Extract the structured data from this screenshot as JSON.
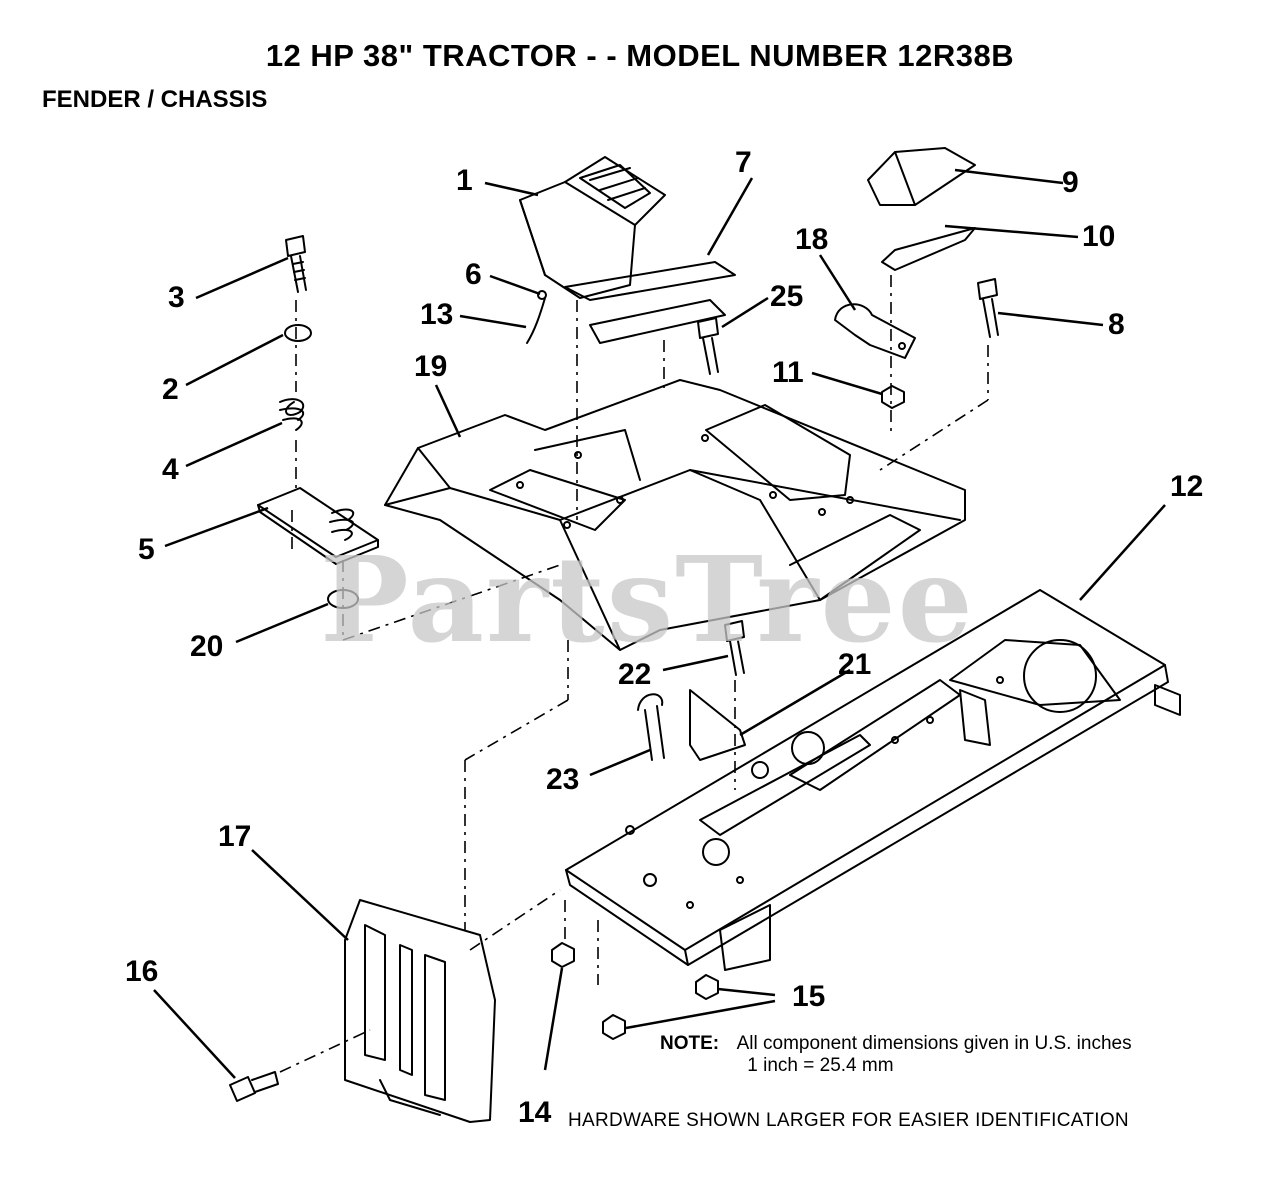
{
  "title": "12 HP 38\" TRACTOR - - MODEL NUMBER 12R38B",
  "subtitle": "FENDER / CHASSIS",
  "watermark": "PartsTree",
  "part_callouts": {
    "p1": "1",
    "p2": "2",
    "p3": "3",
    "p4": "4",
    "p5": "5",
    "p6": "6",
    "p7": "7",
    "p8": "8",
    "p9": "9",
    "p10": "10",
    "p11": "11",
    "p12": "12",
    "p13": "13",
    "p14": "14",
    "p15": "15",
    "p16": "16",
    "p17": "17",
    "p18": "18",
    "p19": "19",
    "p20": "20",
    "p21": "21",
    "p22": "22",
    "p23": "23",
    "p25": "25"
  },
  "note": {
    "label": "NOTE:",
    "line1": "All component dimensions given in U.S. inches",
    "line2": "1 inch = 25.4 mm"
  },
  "hardware_note": "HARDWARE SHOWN LARGER FOR EASIER IDENTIFICATION"
}
